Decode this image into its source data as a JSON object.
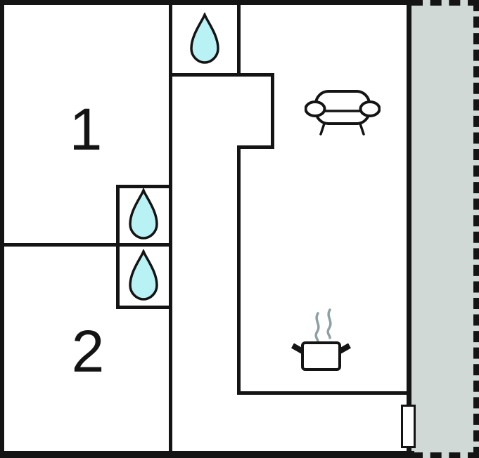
{
  "rooms": [
    {
      "id": "room-1",
      "label": "1"
    },
    {
      "id": "room-2",
      "label": "2"
    }
  ],
  "icons": {
    "bathroom_top": "water-drop",
    "bathroom_middle": "water-drop",
    "bathroom_lower": "water-drop",
    "living_area": "sofa",
    "kitchen": "cooking-pot",
    "entrance": "door"
  },
  "colors": {
    "wall": "#141414",
    "water": "#b9f2f5",
    "steam": "#8da0a2",
    "terrace": "#d0d9d5"
  }
}
